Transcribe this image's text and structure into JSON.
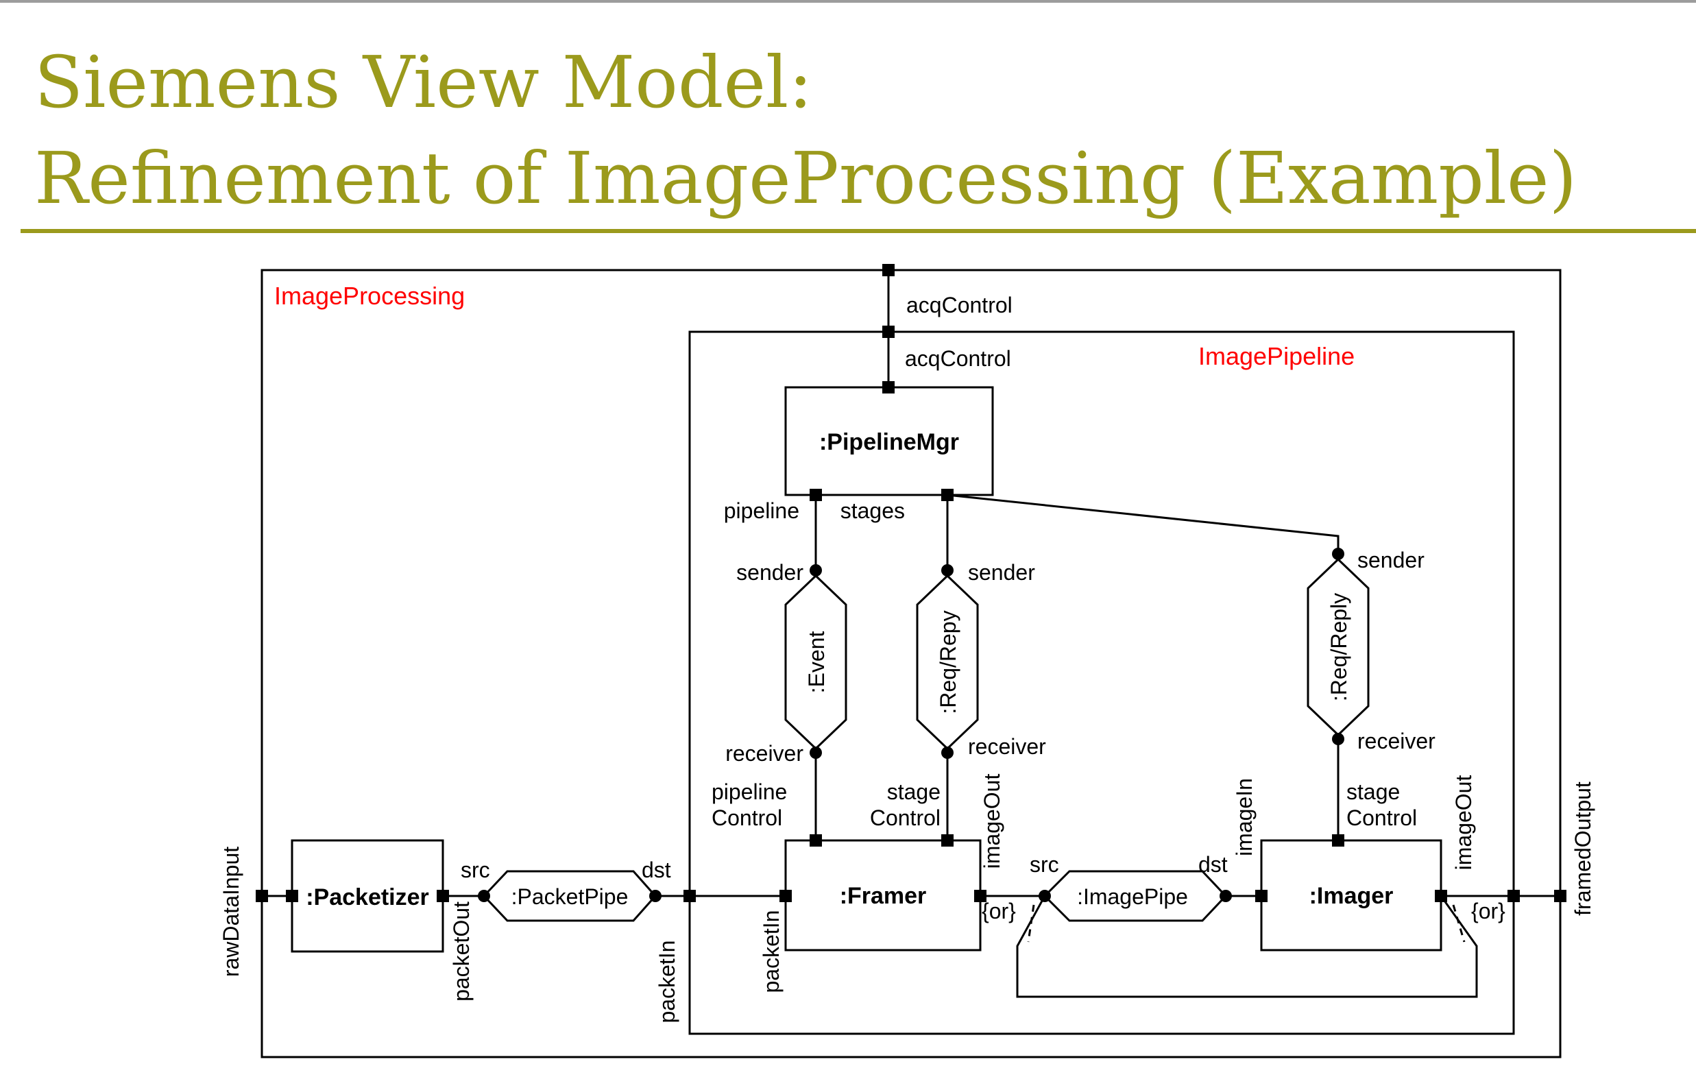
{
  "slide": {
    "title_line1": "Siemens View Model:",
    "title_line2": "Refinement of ImageProcessing (Example)"
  },
  "diagram": {
    "outer_container": "ImageProcessing",
    "inner_container": "ImagePipeline",
    "components": {
      "pipeline_mgr": ":PipelineMgr",
      "packetizer": ":Packetizer",
      "framer": ":Framer",
      "imager": ":Imager"
    },
    "connectors": {
      "event": ":Event",
      "req_repy": ":Req/Repy",
      "req_reply": ":Req/Reply",
      "packet_pipe": ":PacketPipe",
      "image_pipe": ":ImagePipe"
    },
    "ports": {
      "acq_control_outer": "acqControl",
      "acq_control_inner": "acqControl",
      "pipeline": "pipeline",
      "stages": "stages",
      "pipeline_control_1": "pipeline",
      "pipeline_control_2": "Control",
      "stage_control_framer_1": "stage",
      "stage_control_framer_2": "Control",
      "stage_control_imager_1": "stage",
      "stage_control_imager_2": "Control",
      "raw_data_input": "rawDataInput",
      "packet_out": "packetOut",
      "packet_in_boundary": "packetIn",
      "packet_in_framer": "packetIn",
      "image_out_framer": "imageOut",
      "image_in": "imageIn",
      "image_out_imager": "imageOut",
      "framed_output": "framedOutput"
    },
    "roles": {
      "sender_event": "sender",
      "receiver_event": "receiver",
      "sender_reqrepy": "sender",
      "receiver_reqrepy": "receiver",
      "sender_reqreply": "sender",
      "receiver_reqreply": "receiver",
      "src_packetpipe": "src",
      "dst_packetpipe": "dst",
      "src_imagepipe": "src",
      "dst_imagepipe": "dst"
    },
    "constraints": {
      "or_framer": "{or}",
      "or_imager": "{or}"
    }
  }
}
